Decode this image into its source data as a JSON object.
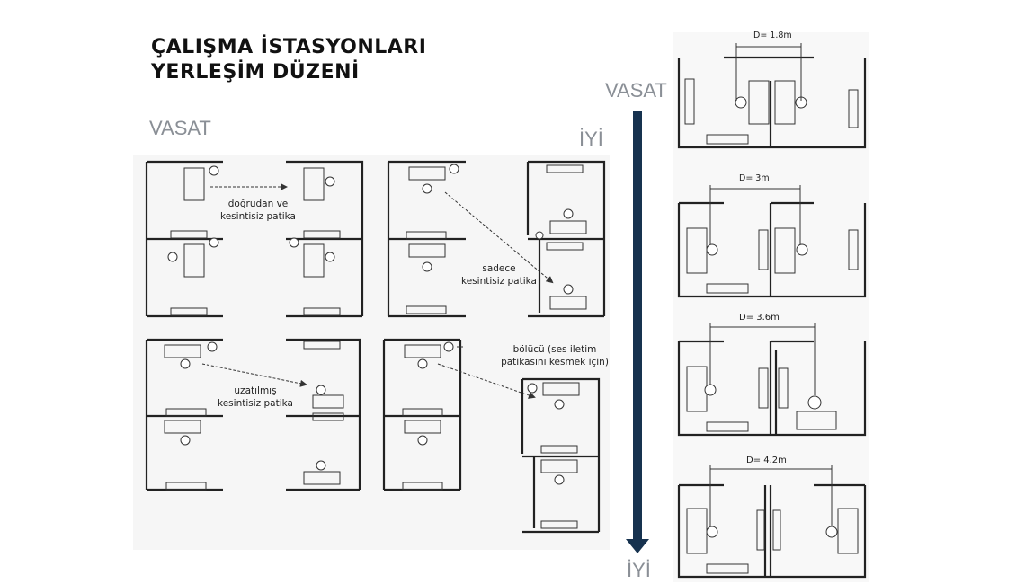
{
  "title_lines": [
    "ÇALIŞMA İSTASYONLARI",
    "YERLEŞİM DÜZENİ"
  ],
  "left_panel": {
    "label_worse": "VASAT",
    "label_better": "İYİ",
    "notes": {
      "direct": [
        "doğrudan ve",
        "kesintisiz patika"
      ],
      "only": [
        "sadece",
        "kesintisiz patika"
      ],
      "extended": [
        "uzatılmış",
        "kesintisiz patika"
      ],
      "divider": [
        "bölücü (ses iletim",
        "patikasını kesmek için)"
      ]
    }
  },
  "right_panel": {
    "label_top": "VASAT",
    "label_bottom": "İYİ",
    "distances": [
      "D= 1.8m",
      "D= 3m",
      "D= 3.6m",
      "D= 4.2m"
    ]
  },
  "colors": {
    "arrow": "#16324f",
    "grade_text": "#8a8f96",
    "line": "#222222"
  }
}
